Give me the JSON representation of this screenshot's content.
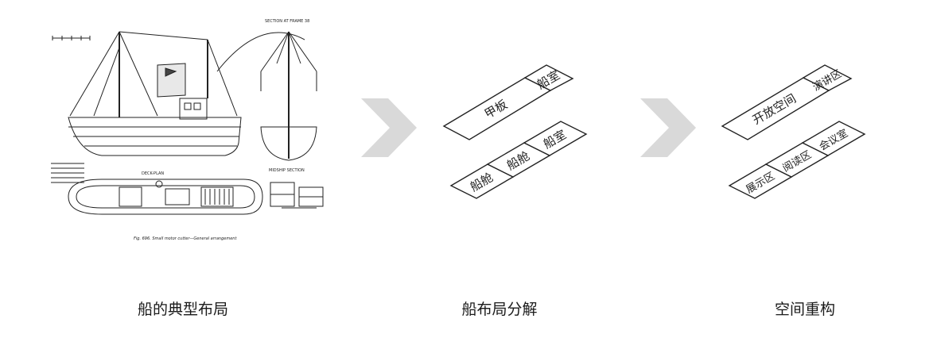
{
  "captions": {
    "typical_layout": "船的典型布局",
    "layout_decomposition": "船布局分解",
    "space_reconstruction": "空间重构"
  },
  "ship_drawing": {
    "caption_text": "Fig. 696. Small motor cutter—General arrangement",
    "label_deck_plan": "DECK-PLAN",
    "label_section": "SECTION AT FRAME 38",
    "label_midship": "MIDSHIP SECTION"
  },
  "decomposition": {
    "top_strip": [
      "甲板",
      "船室"
    ],
    "bottom_strip": [
      "船舱",
      "船舱",
      "船室"
    ]
  },
  "reconstruction": {
    "top_strip": [
      "开放空间",
      "演讲区"
    ],
    "bottom_strip": [
      "展示区",
      "阅读区",
      "会议室"
    ]
  },
  "colors": {
    "arrow": "#d9d9d9",
    "line": "#222222"
  }
}
